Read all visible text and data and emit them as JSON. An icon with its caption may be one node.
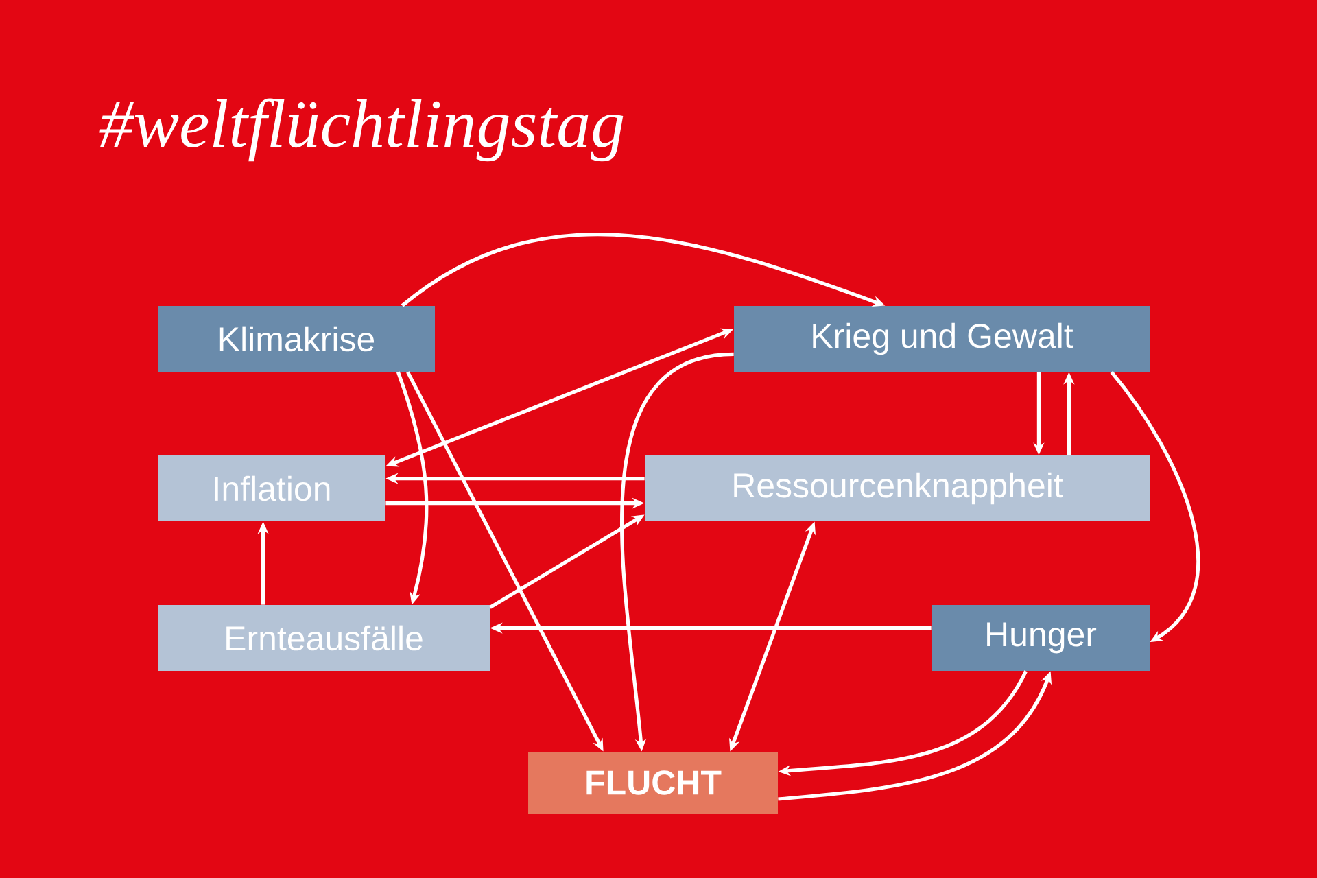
{
  "diagram": {
    "title": "#weltflüchtlingstag",
    "nodes": [
      {
        "text": [
          "Klimakrise"
        ]
      },
      {
        "text": [
          "Krieg und Gewalt"
        ]
      },
      {
        "text": [
          "Inflation"
        ]
      },
      {
        "text": [
          "Ressourcenknappheit"
        ]
      },
      {
        "text": [
          "Ernteausfälle"
        ]
      },
      {
        "text": [
          "Hunger"
        ]
      },
      {
        "text": [
          "FLUCHT"
        ]
      }
    ],
    "edges": [
      {
        "from": 0,
        "to": 1,
        "arrow": "to"
      },
      {
        "from": 2,
        "to": 1,
        "arrow": "both"
      },
      {
        "from": 3,
        "to": 2,
        "arrow": "to"
      },
      {
        "from": 2,
        "to": 3,
        "arrow": "to"
      },
      {
        "from": 0,
        "to": 4,
        "arrow": "to"
      },
      {
        "from": 0,
        "to": 6,
        "arrow": "to"
      },
      {
        "from": 4,
        "to": 2,
        "arrow": "to"
      },
      {
        "from": 4,
        "to": 3,
        "arrow": "to"
      },
      {
        "from": 1,
        "to": 6,
        "arrow": "to"
      },
      {
        "from": 1,
        "to": 3,
        "arrow": "to"
      },
      {
        "from": 3,
        "to": 1,
        "arrow": "to"
      },
      {
        "from": 1,
        "to": 5,
        "arrow": "to"
      },
      {
        "from": 5,
        "to": 4,
        "arrow": "to"
      },
      {
        "from": 3,
        "to": 6,
        "arrow": "both"
      },
      {
        "from": 5,
        "to": 6,
        "arrow": "to"
      },
      {
        "from": 6,
        "to": 5,
        "arrow": "to"
      }
    ]
  }
}
